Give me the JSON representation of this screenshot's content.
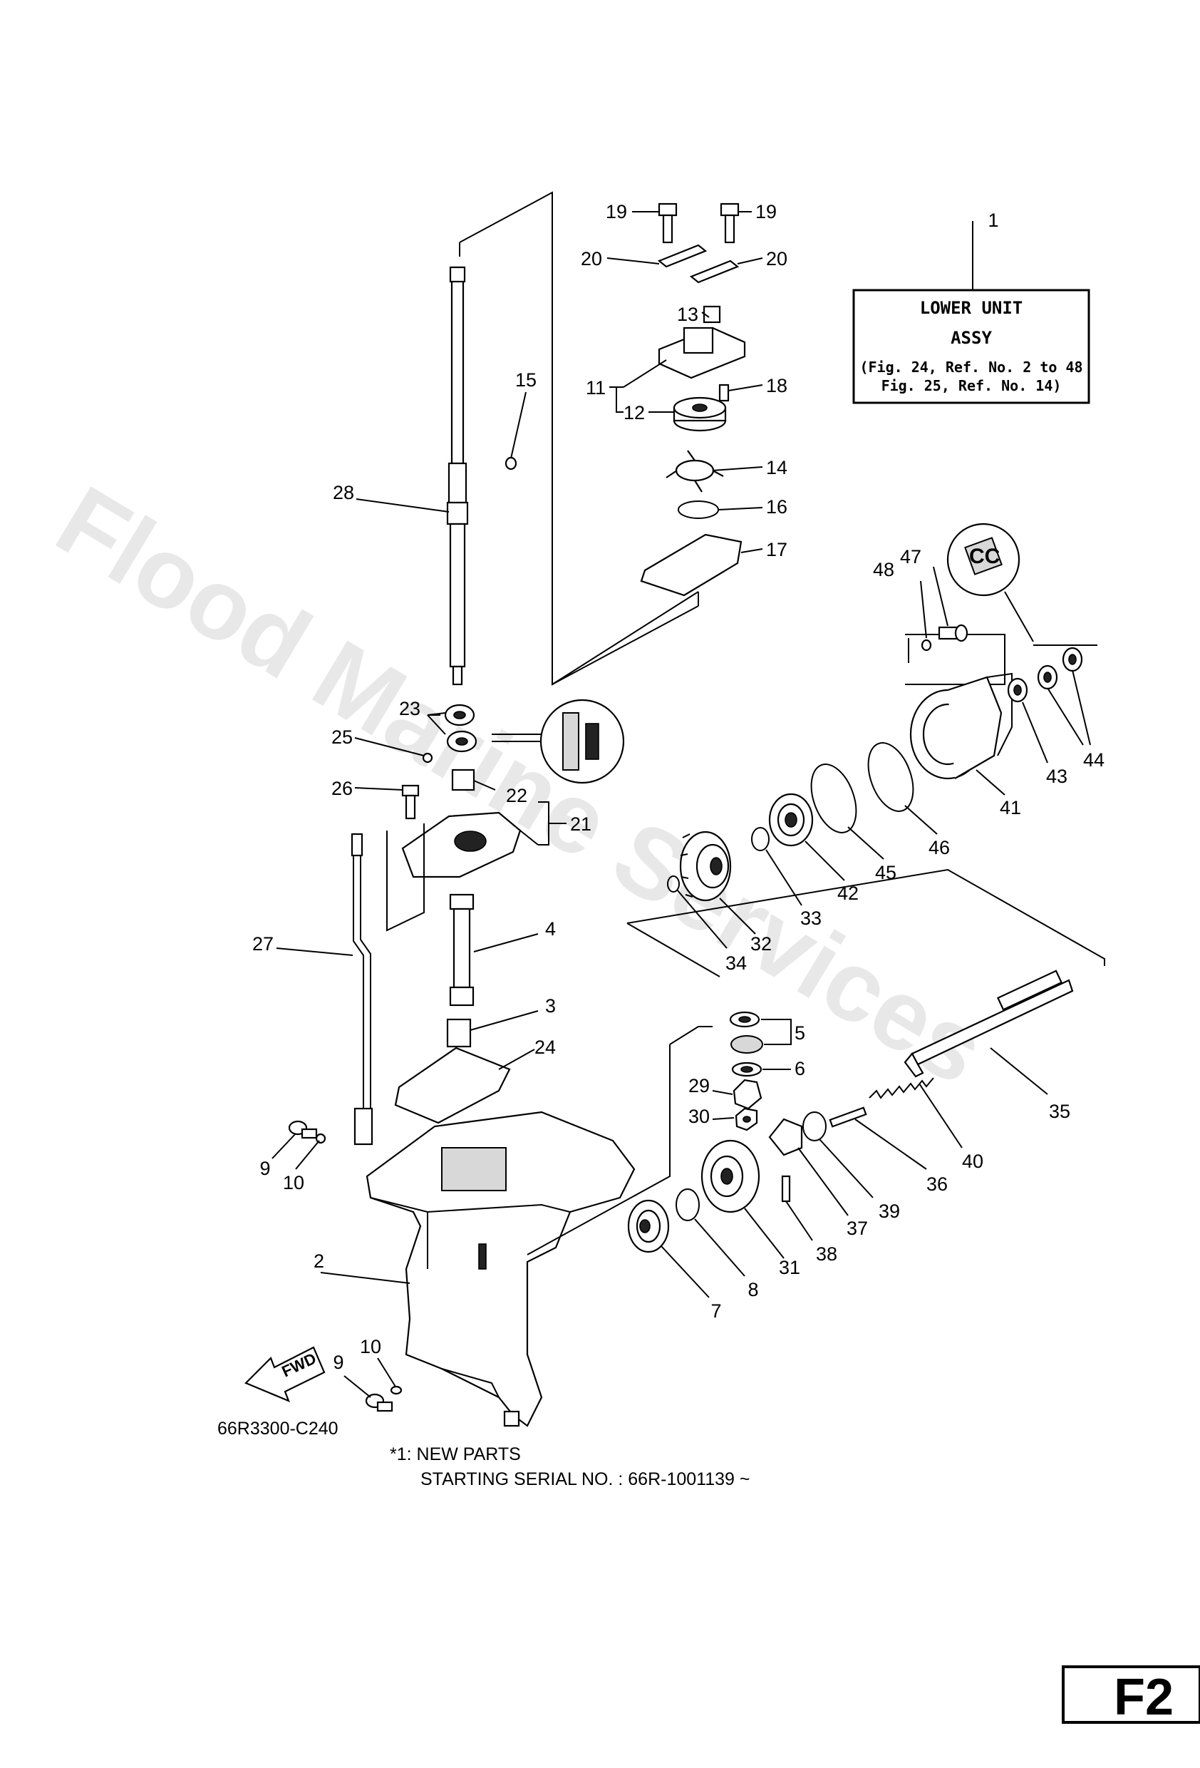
{
  "watermark": "Flood Marine Services",
  "assy_box": {
    "ref_number": "1",
    "line1": "LOWER UNIT",
    "line2": "ASSY",
    "line3": "(Fig. 24, Ref. No. 2 to 48",
    "line4": " Fig. 25, Ref. No. 14)"
  },
  "drawing_code": "66R3300-C240",
  "fwd_label": "FWD",
  "notes": {
    "line1": "*1: NEW PARTS",
    "line2": "STARTING SERIAL NO. : 66R-1001139 ~"
  },
  "page_label": "F2",
  "callouts": [
    "2",
    "3",
    "4",
    "5",
    "6",
    "7",
    "8",
    "9",
    "9",
    "10",
    "10",
    "11",
    "12",
    "13",
    "14",
    "15",
    "16",
    "17",
    "18",
    "19",
    "19",
    "20",
    "20",
    "21",
    "22",
    "23",
    "24",
    "25",
    "26",
    "27",
    "28",
    "29",
    "30",
    "31",
    "32",
    "33",
    "34",
    "35",
    "36",
    "37",
    "38",
    "39",
    "40",
    "41",
    "42",
    "43",
    "44",
    "45",
    "46",
    "47",
    "48"
  ]
}
